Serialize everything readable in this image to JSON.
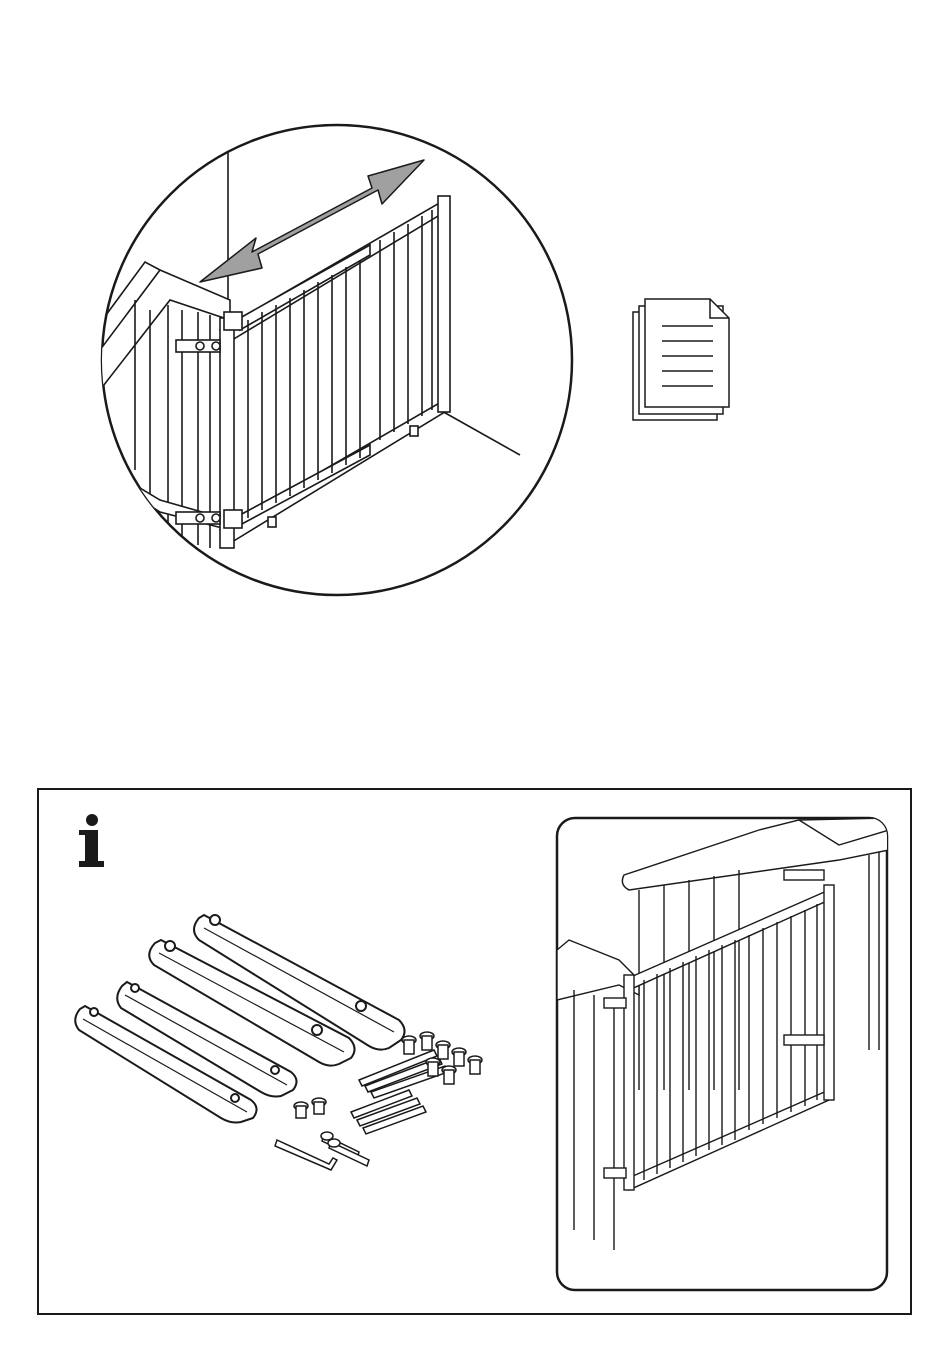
{
  "page": {
    "background": "#ffffff",
    "line_color": "#1a1a1a",
    "arrow_color": "#a0a0a0"
  },
  "top_figure": {
    "detail_callout": "circle-zoom-of-gate-mounted-on-stair-railing",
    "arrow_icon": "double-headed-adjust-arrow",
    "document_icon": "document-stack-icon"
  },
  "info_panel": {
    "info_icon": "info-i-icon",
    "parts": [
      "wooden-mounting-bar-1",
      "wooden-mounting-bar-2",
      "wooden-mounting-bar-3",
      "wooden-mounting-bar-4",
      "wall-plugs",
      "screws",
      "bolts",
      "allen-key"
    ],
    "installed_view": "gate-installed-on-banister-icon"
  }
}
